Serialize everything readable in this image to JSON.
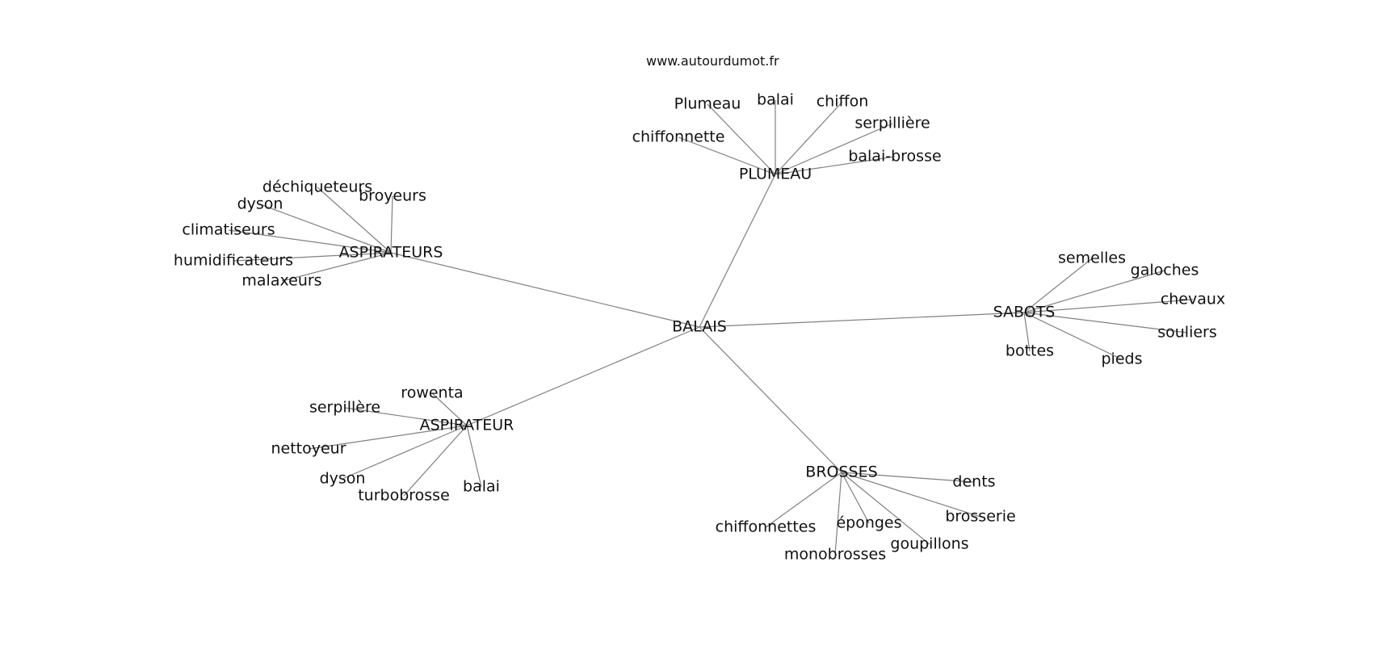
{
  "site_credit": "www.autourdumot.fr",
  "graph": {
    "root": "BALAIS",
    "clusters": [
      {
        "hub": "PLUMEAU",
        "leaves": [
          "Plumeau",
          "balai",
          "chiffon",
          "serpillière",
          "chiffonnette",
          "balai-brosse"
        ]
      },
      {
        "hub": "ASPIRATEURS",
        "leaves": [
          "déchiqueteurs",
          "broyeurs",
          "dyson",
          "climatiseurs",
          "humidificateurs",
          "malaxeurs"
        ]
      },
      {
        "hub": "SABOTS",
        "leaves": [
          "semelles",
          "galoches",
          "chevaux",
          "souliers",
          "bottes",
          "pieds"
        ]
      },
      {
        "hub": "ASPIRATEUR",
        "leaves": [
          "rowenta",
          "serpillère",
          "nettoyeur",
          "dyson",
          "turbobrosse",
          "balai"
        ]
      },
      {
        "hub": "BROSSES",
        "leaves": [
          "dents",
          "brosserie",
          "chiffonnettes",
          "éponges",
          "goupillons",
          "monobrosses"
        ]
      }
    ]
  }
}
